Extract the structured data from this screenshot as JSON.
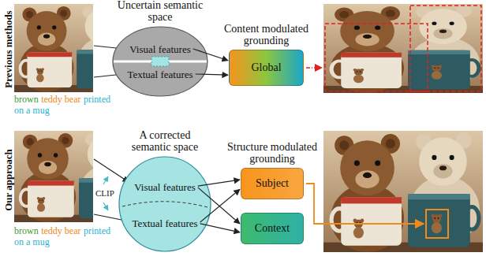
{
  "diagram": {
    "nodes": [
      {
        "text": [
          "Uncertain semantic space"
        ]
      },
      {
        "text": [
          "Visual features"
        ],
        "in": 0
      },
      {
        "text": [
          "Textual features"
        ],
        "in": 0
      },
      {
        "text": [
          "Content modulated grounding",
          "Global"
        ]
      },
      {
        "text": [
          "A corrected semantic space"
        ]
      },
      {
        "text": [
          "Visual features"
        ],
        "in": 4
      },
      {
        "text": [
          "Textual features"
        ],
        "in": 4
      },
      {
        "text": [
          "Structure modulated grounding",
          "Subject"
        ]
      },
      {
        "text": [
          "Context"
        ]
      }
    ],
    "edges": [
      {
        "from": 1,
        "to": 3,
        "arrow": "to"
      },
      {
        "from": 2,
        "to": 3,
        "arrow": "to"
      },
      {
        "from": 5,
        "to": 7,
        "arrow": "to"
      },
      {
        "from": 5,
        "to": 8,
        "arrow": "to"
      },
      {
        "from": 6,
        "to": 7,
        "arrow": "to"
      },
      {
        "from": 6,
        "to": 8,
        "arrow": "to"
      }
    ],
    "labels": [
      "Previous methods",
      "brown",
      "teddy bear",
      "printed",
      "on a mug",
      "Our approach",
      "brown",
      "teddy bear",
      "printed",
      "on a mug",
      "CLIP"
    ]
  }
}
